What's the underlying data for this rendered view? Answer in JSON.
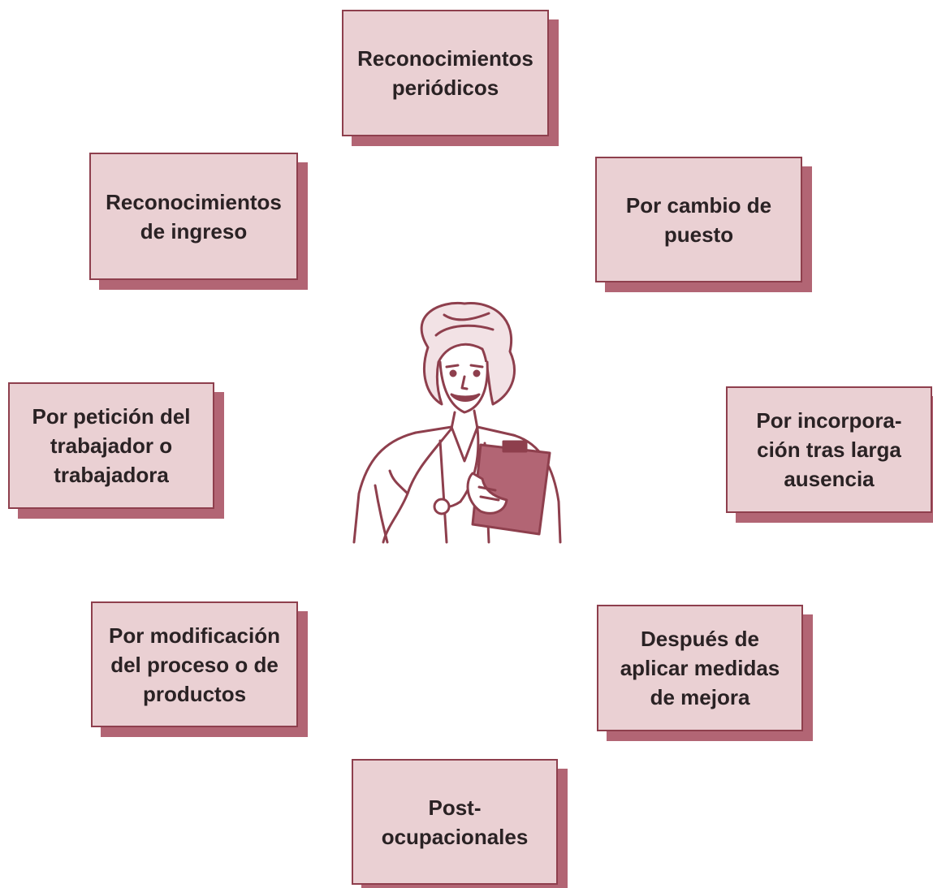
{
  "diagram": {
    "center_figure": "doctor-with-clipboard-and-stethoscope",
    "colors": {
      "box_fill": "#ead0d3",
      "box_border": "#8e3f4d",
      "box_shadow": "#b26574",
      "figure": "#8e3f4d"
    },
    "boxes": [
      {
        "label": "Reconocimientos\nperiódicos"
      },
      {
        "label": "Reconocimientos\nde ingreso"
      },
      {
        "label": "Por cambio de\npuesto"
      },
      {
        "label": "Por petición del\ntrabajador o\ntrabajadora"
      },
      {
        "label": "Por incorpora-\nción tras larga\nausencia"
      },
      {
        "label": "Por modificación\ndel proceso o de\nproductos"
      },
      {
        "label": "Después de\naplicar medidas\nde mejora"
      },
      {
        "label": "Post-\nocupacionales"
      }
    ]
  }
}
